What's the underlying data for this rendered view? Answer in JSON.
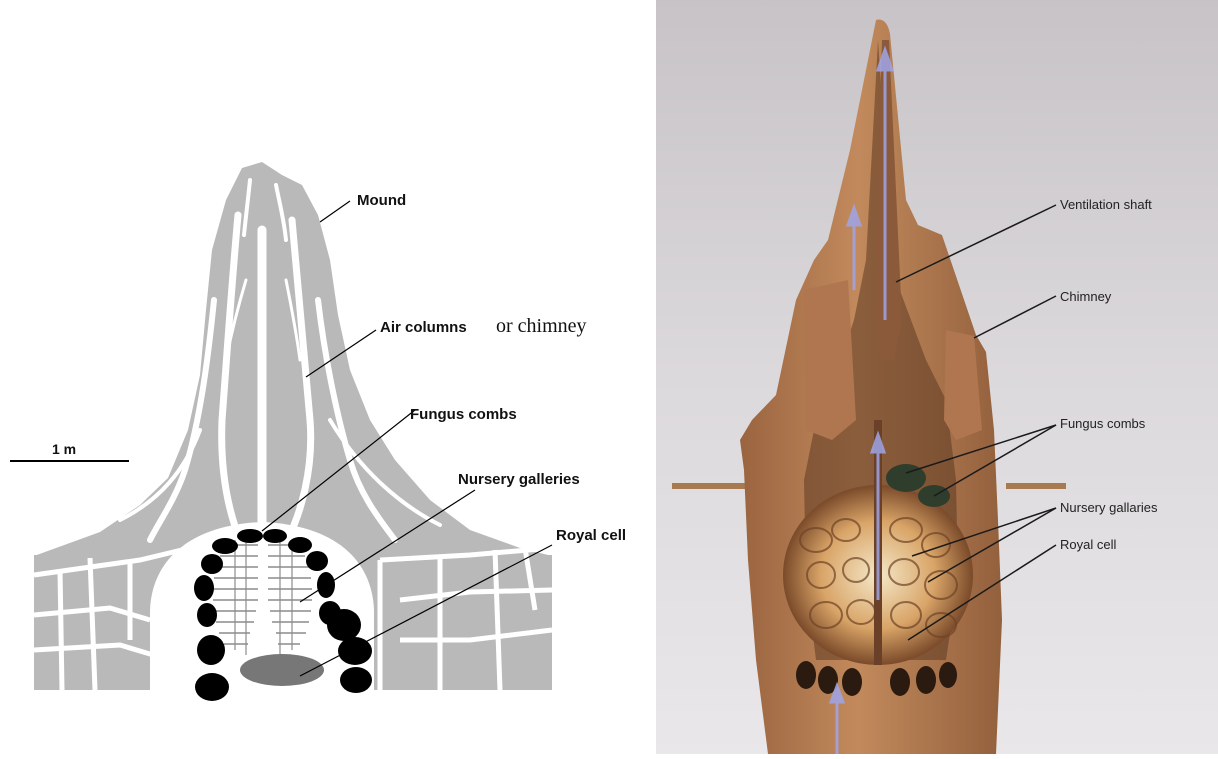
{
  "schematic": {
    "labels": {
      "mound": "Mound",
      "air_columns": "Air columns",
      "or_chimney": "or chimney",
      "fungus_combs": "Fungus combs",
      "nursery_galleries": "Nursery galleries",
      "royal_cell": "Royal cell"
    },
    "scale_bar_label": "1 m",
    "colors": {
      "mound": "#b9b9b9",
      "gallery": "#ffffff",
      "fungus": "#000000",
      "royal_cell": "#777777"
    }
  },
  "photo": {
    "labels": {
      "ventilation_shaft": "Ventilation shaft",
      "chimney": "Chimney",
      "fungus_combs": "Fungus combs",
      "nursery_gallaries": "Nursery gallaries",
      "royal_cell": "Royal cell"
    },
    "colors": {
      "clay": "#b47a4f",
      "background": "#d8d4d8",
      "airflow": "#9fa5e8"
    }
  }
}
